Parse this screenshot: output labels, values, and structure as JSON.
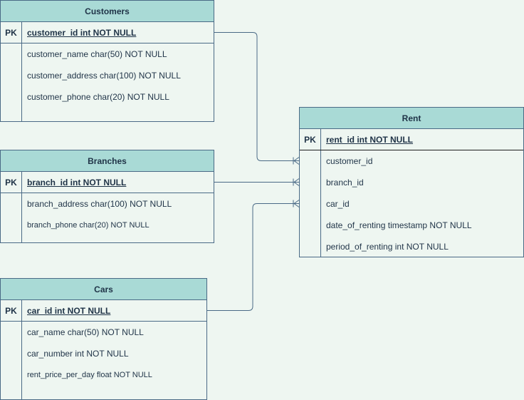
{
  "entities": {
    "customers": {
      "title": "Customers",
      "pk_label": "PK",
      "pk_field": "customer_id int NOT NULL",
      "fields": [
        "customer_name char(50) NOT NULL",
        "customer_address char(100) NOT NULL",
        "customer_phone char(20) NOT NULL"
      ]
    },
    "branches": {
      "title": "Branches",
      "pk_label": "PK",
      "pk_field": "branch_id int NOT NULL",
      "fields": [
        "branch_address char(100) NOT NULL",
        "branch_phone char(20) NOT NULL"
      ]
    },
    "cars": {
      "title": "Cars",
      "pk_label": "PK",
      "pk_field": "car_id int NOT NULL",
      "fields": [
        "car_name char(50) NOT NULL",
        "car_number int NOT NULL",
        "rent_price_per_day float NOT NULL"
      ]
    },
    "rent": {
      "title": "Rent",
      "pk_label": "PK",
      "pk_field": "rent_id int NOT NULL",
      "fields": [
        "customer_id",
        "branch_id",
        "car_id",
        "date_of_renting timestamp NOT NULL",
        "period_of_renting int NOT NULL"
      ]
    }
  },
  "relationships": [
    {
      "from": "customers.customer_id",
      "to": "rent.customer_id",
      "cardinality": "one-to-many"
    },
    {
      "from": "branches.branch_id",
      "to": "rent.branch_id",
      "cardinality": "one-to-many"
    },
    {
      "from": "cars.car_id",
      "to": "rent.car_id",
      "cardinality": "one-to-many"
    }
  ],
  "colors": {
    "header": "#a9dad6",
    "background": "#eef6f1",
    "border": "#4a6a86",
    "text": "#1f3347"
  }
}
